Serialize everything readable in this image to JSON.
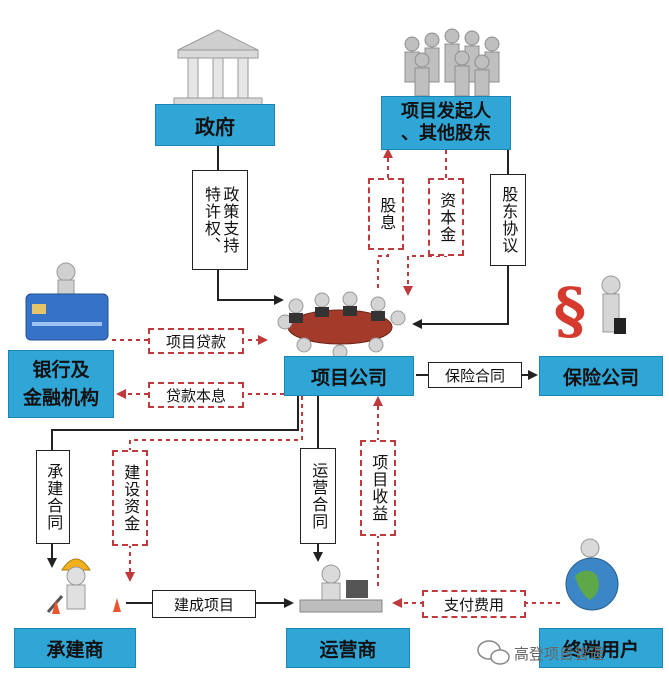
{
  "nodes": {
    "government": "政府",
    "sponsor": "项目发起人\n、其他股东",
    "bank": "银行及\n金融机构",
    "project_company": "项目公司",
    "insurer": "保险公司",
    "contractor": "承建商",
    "operator": "运营商",
    "end_user": "终端用户"
  },
  "edges": {
    "policy_support": "政策支持",
    "franchise": "特许权、",
    "dividend": "股息",
    "capital": "资本金",
    "shareholder_agreement": "股东协议",
    "loan": "项目贷款",
    "repayment": "贷款本息",
    "insurance_contract": "保险合同",
    "construction_contract": "承建合同",
    "construction_funds": "建设资金",
    "operation_contract": "运营合同",
    "project_revenue": "项目收益",
    "completed_project": "建成项目",
    "payment": "支付费用"
  },
  "watermark": "高登项目管理",
  "colors": {
    "box_blue": "#2fa6d6",
    "dashed_red": "#c0393b",
    "line_black": "#222222"
  }
}
